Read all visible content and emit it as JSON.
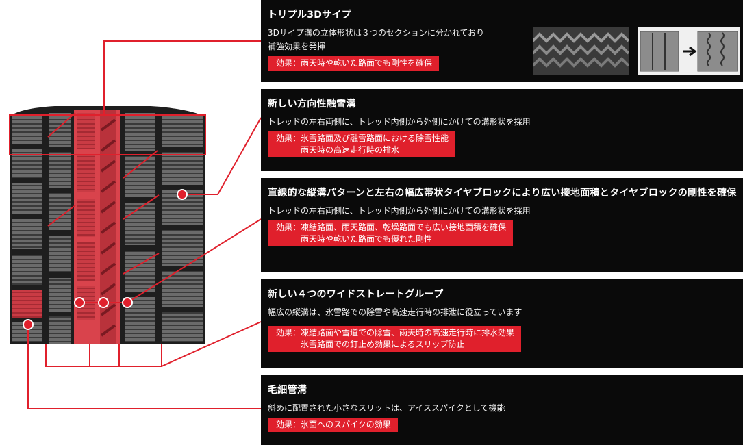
{
  "colors": {
    "accent": "#e0202c",
    "panel_bg": "#0a0a0a",
    "text": "#ffffff"
  },
  "features": [
    {
      "title": "トリプル3Dサイプ",
      "desc_lines": [
        "3Dサイプ溝の立体形状は３つのセクションに分かれており",
        "補強効果を発揮"
      ],
      "effect_label": "効果：",
      "effect_lines": [
        "雨天時や乾いた路面でも剛性を確保"
      ]
    },
    {
      "title": "新しい方向性融雪溝",
      "desc_lines": [
        "トレッドの左右両側に、トレッド内側から外側にかけての溝形状を採用"
      ],
      "effect_label": "効果：",
      "effect_lines": [
        "氷雪路面及び融雪路面における除雪性能",
        "雨天時の高速走行時の排水"
      ]
    },
    {
      "title": "直線的な縦溝パターンと左右の幅広帯状タイヤブロックにより広い接地面積とタイヤブロックの剛性を確保",
      "desc_lines": [
        "トレッドの左右両側に、トレッド内側から外側にかけての溝形状を採用"
      ],
      "effect_label": "効果：",
      "effect_lines": [
        "凍結路面、雨天路面、乾燥路面でも広い接地面積を確保",
        "雨天時や乾いた路面でも優れた剛性"
      ]
    },
    {
      "title": "新しい４つのワイドストレートグループ",
      "desc_lines": [
        "幅広の縦溝は、氷雪路での除雪や高速走行時の排泄に役立っています"
      ],
      "effect_label": "効果：",
      "effect_lines": [
        "凍結路面や雪道での除雪、雨天時の高速走行時に排水効果",
        "氷雪路面での釘止め効果によるスリップ防止"
      ]
    },
    {
      "title": "毛細管溝",
      "desc_lines": [
        "斜めに配置された小さなスリットは、アイススパイクとして機能"
      ],
      "effect_label": "効果：",
      "effect_lines": [
        "氷面へのスパイクの効果"
      ]
    }
  ]
}
